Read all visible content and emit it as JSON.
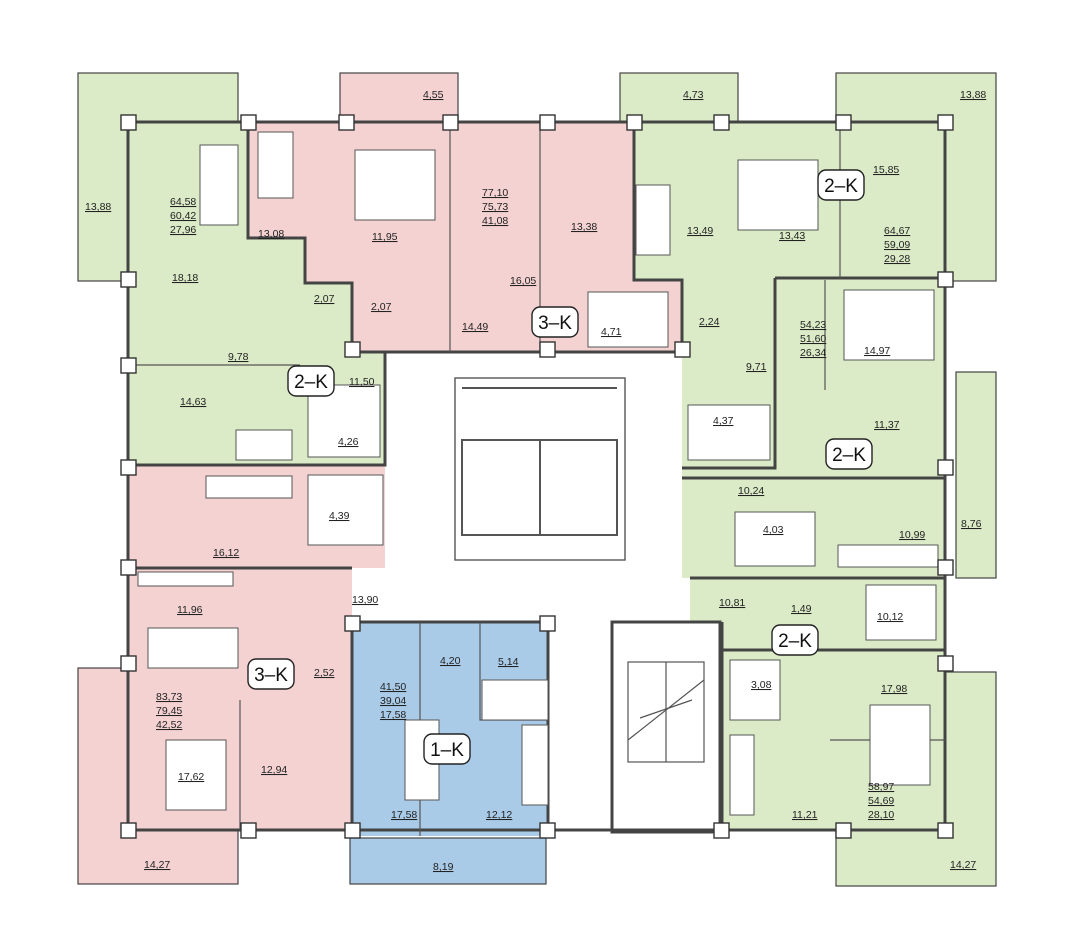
{
  "colors": {
    "green": "#dcebc7",
    "pink": "#f4d2d2",
    "blue": "#a9cbe8",
    "wall": "#444444"
  },
  "apartments": [
    {
      "id": "ne",
      "type": "2–K",
      "color": "green",
      "areas": [
        "64,67",
        "59,09",
        "29,28"
      ]
    },
    {
      "id": "e",
      "type": "2–K",
      "color": "green",
      "areas": [
        "54,23",
        "51,60",
        "26,34"
      ]
    },
    {
      "id": "se",
      "type": "2–K",
      "color": "green",
      "areas": [
        "58,97",
        "54,69",
        "28,10"
      ]
    },
    {
      "id": "w",
      "type": "2–K",
      "color": "green",
      "areas": [
        "64,58",
        "60,42",
        "27,96"
      ]
    },
    {
      "id": "nm",
      "type": "3–K",
      "color": "pink",
      "areas": [
        "77,10",
        "75,73",
        "41,08"
      ]
    },
    {
      "id": "sw",
      "type": "3–K",
      "color": "pink",
      "areas": [
        "83,73",
        "79,45",
        "42,52"
      ]
    },
    {
      "id": "s",
      "type": "1–K",
      "color": "blue",
      "areas": [
        "41,50",
        "39,04",
        "17,58"
      ]
    }
  ],
  "room_labels": [
    "13,88",
    "4,55",
    "4,73",
    "13,88",
    "13,08",
    "11,95",
    "13,38",
    "13,49",
    "13,43",
    "15,85",
    "18,18",
    "2,07",
    "2,07",
    "14,49",
    "16,05",
    "4,71",
    "2,24",
    "9,78",
    "11,50",
    "14,63",
    "4,26",
    "9,71",
    "14,97",
    "4,37",
    "11,37",
    "4,39",
    "16,12",
    "10,24",
    "4,03",
    "10,99",
    "8,76",
    "11,96",
    "13,90",
    "10,81",
    "1,49",
    "10,12",
    "2,52",
    "4,20",
    "5,14",
    "3,08",
    "17,98",
    "17,62",
    "12,94",
    "17,58",
    "12,12",
    "11,21",
    "14,27",
    "8,19",
    "14,27"
  ]
}
